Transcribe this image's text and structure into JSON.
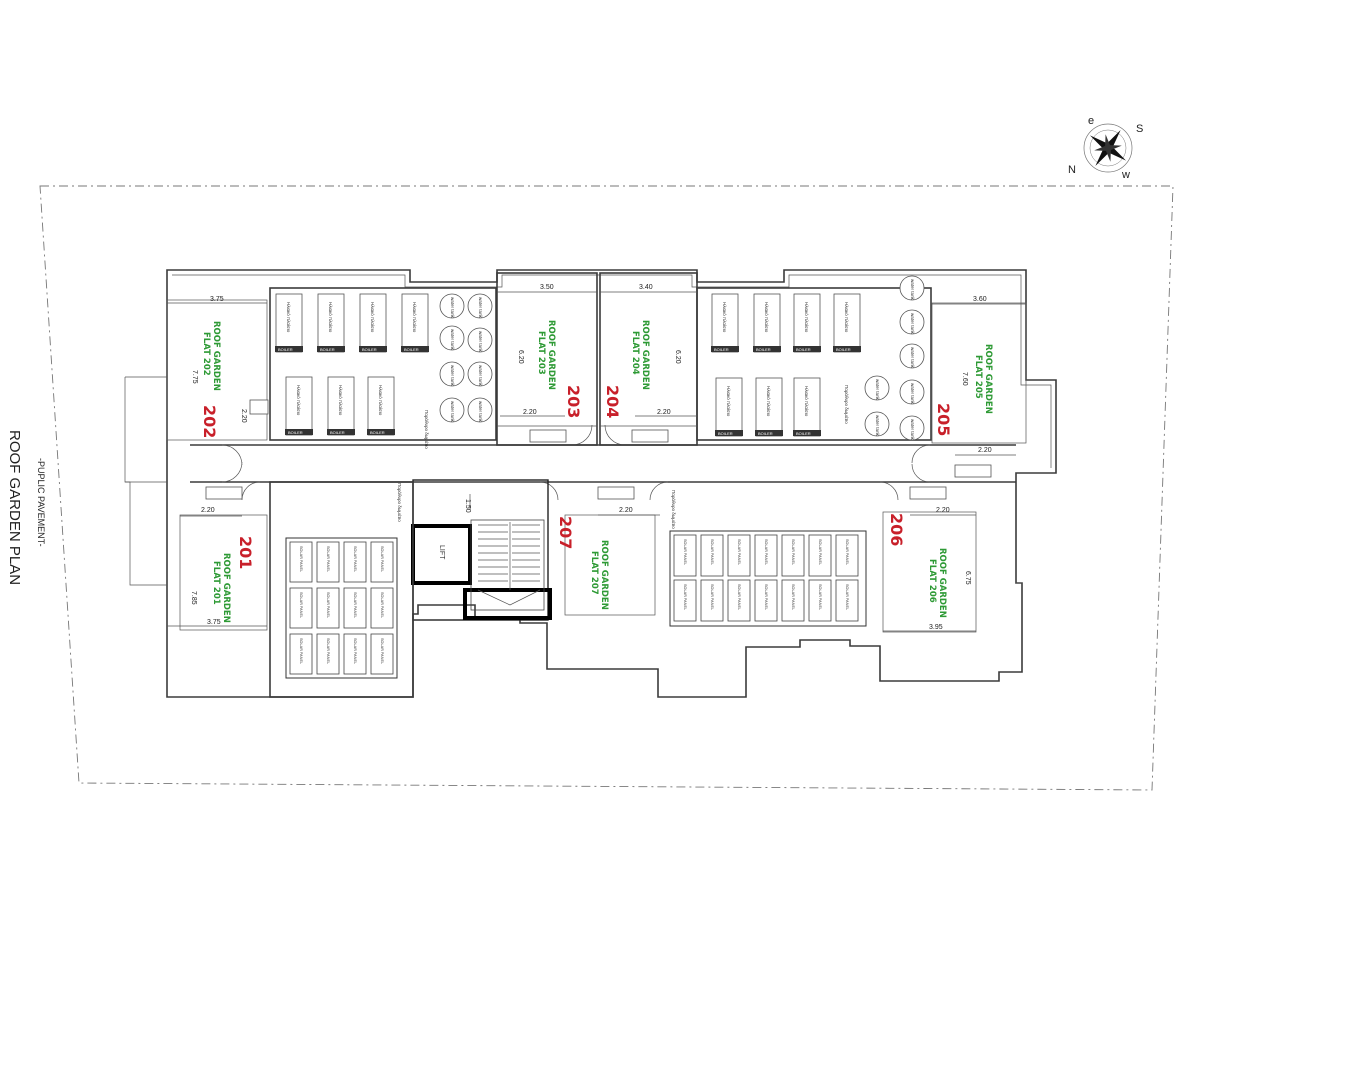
{
  "title": "ROOF GARDEN PLAN",
  "pavement": "-PUPLIC PAVEMENT-",
  "compass": {
    "n": "N",
    "s": "S",
    "e": "e",
    "w": "w"
  },
  "colors": {
    "flat_number": "#c8202a",
    "garden_label": "#2e9a35",
    "lines": "#3b3b3b"
  },
  "flats": {
    "f201": {
      "number": "201",
      "garden_l1": "ROOF GARDEN",
      "garden_l2": "FLAT 201",
      "dim_a": "2.20",
      "dim_b": "3.75",
      "dim_c": "7.85"
    },
    "f202": {
      "number": "202",
      "garden_l1": "ROOF GARDEN",
      "garden_l2": "FLAT 202",
      "dim_a": "3.75",
      "dim_b": "7.75",
      "dim_c": "2.20"
    },
    "f203": {
      "number": "203",
      "garden_l1": "ROOF GARDEN",
      "garden_l2": "FLAT 203",
      "dim_a": "3.50",
      "dim_b": "6.20",
      "dim_c": "2.20"
    },
    "f204": {
      "number": "204",
      "garden_l1": "ROOF GARDEN",
      "garden_l2": "FLAT 204",
      "dim_a": "3.40",
      "dim_b": "6.20",
      "dim_c": "2.20"
    },
    "f205": {
      "number": "205",
      "garden_l1": "ROOF GARDEN",
      "garden_l2": "FLAT 205",
      "dim_a": "3.60",
      "dim_b": "7.60",
      "dim_c": "2.20"
    },
    "f206": {
      "number": "206",
      "garden_l1": "ROOF GARDEN",
      "garden_l2": "FLAT 206",
      "dim_a": "2.20",
      "dim_b": "6.75",
      "dim_c": "3.95"
    },
    "f207": {
      "number": "207",
      "garden_l1": "ROOF GARDEN",
      "garden_l2": "FLAT 207",
      "dim_a": "2.20"
    }
  },
  "stair": {
    "lift": "LIFT",
    "dim": "1.50"
  },
  "labels": {
    "water_tank": "water tank",
    "heater": "Ηλιακό πλαίσιο",
    "boiler": "BOILER",
    "solar": "SOLAR PANEL",
    "skylight": "Παράθυρο δωμάτιο"
  }
}
